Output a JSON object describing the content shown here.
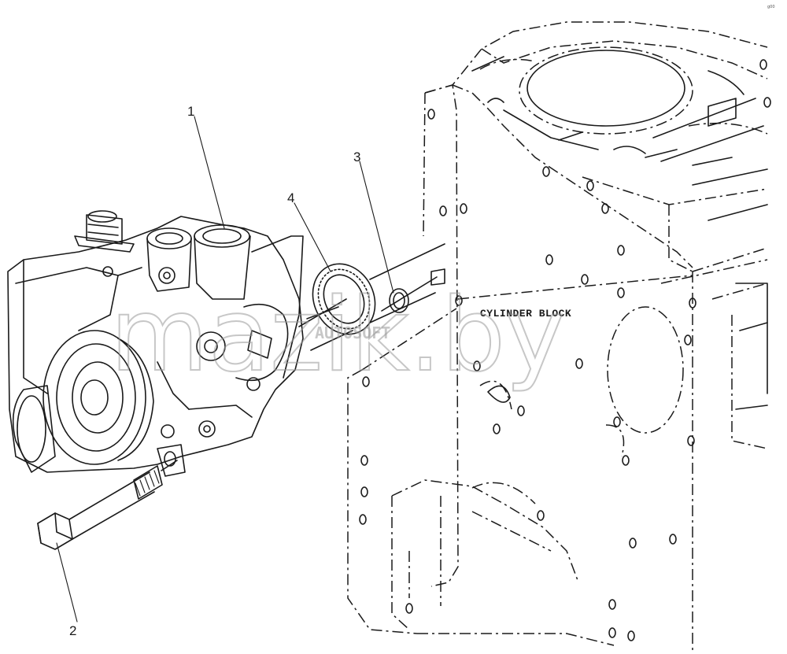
{
  "diagram": {
    "block_label": "CYLINDER BLOCK",
    "callouts": [
      {
        "number": "1"
      },
      {
        "number": "2"
      },
      {
        "number": "3"
      },
      {
        "number": "4"
      }
    ],
    "watermark": "mazik.by",
    "watermark_sub": "AUTOSOFT",
    "corner_mark": "g00"
  }
}
